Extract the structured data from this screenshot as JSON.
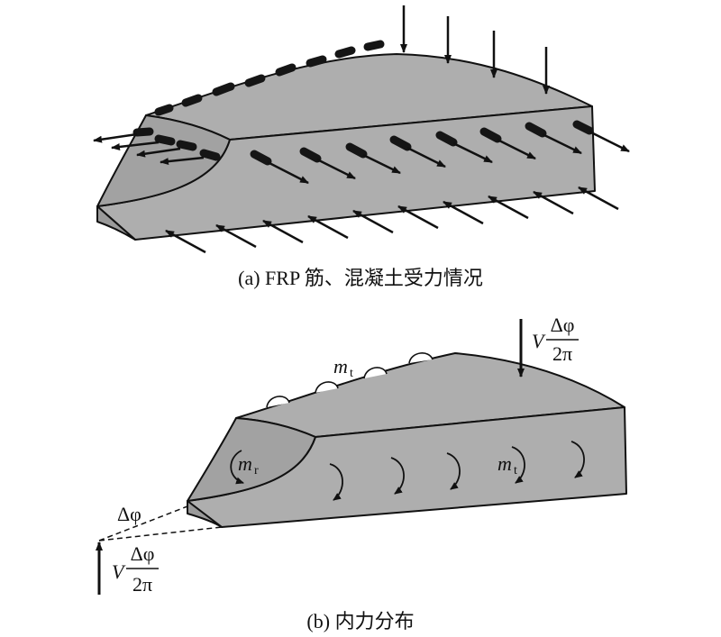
{
  "colors": {
    "body_fill": "#aeaeae",
    "stroke": "#111111",
    "bar_fill": "#151515"
  },
  "figure_a": {
    "caption": "(a) FRP 筋、混凝土受力情况"
  },
  "figure_b": {
    "caption": "(b) 内力分布",
    "load_top": {
      "V": "V",
      "numer": "Δφ",
      "denom": "2π"
    },
    "load_bottom": {
      "V": "V",
      "numer": "Δφ",
      "denom": "2π"
    },
    "angle_label": "Δφ",
    "moment_t_top": {
      "m": "m",
      "sub": "t"
    },
    "moment_r": {
      "m": "m",
      "sub": "r"
    },
    "moment_t_side": {
      "m": "m",
      "sub": "t"
    }
  }
}
